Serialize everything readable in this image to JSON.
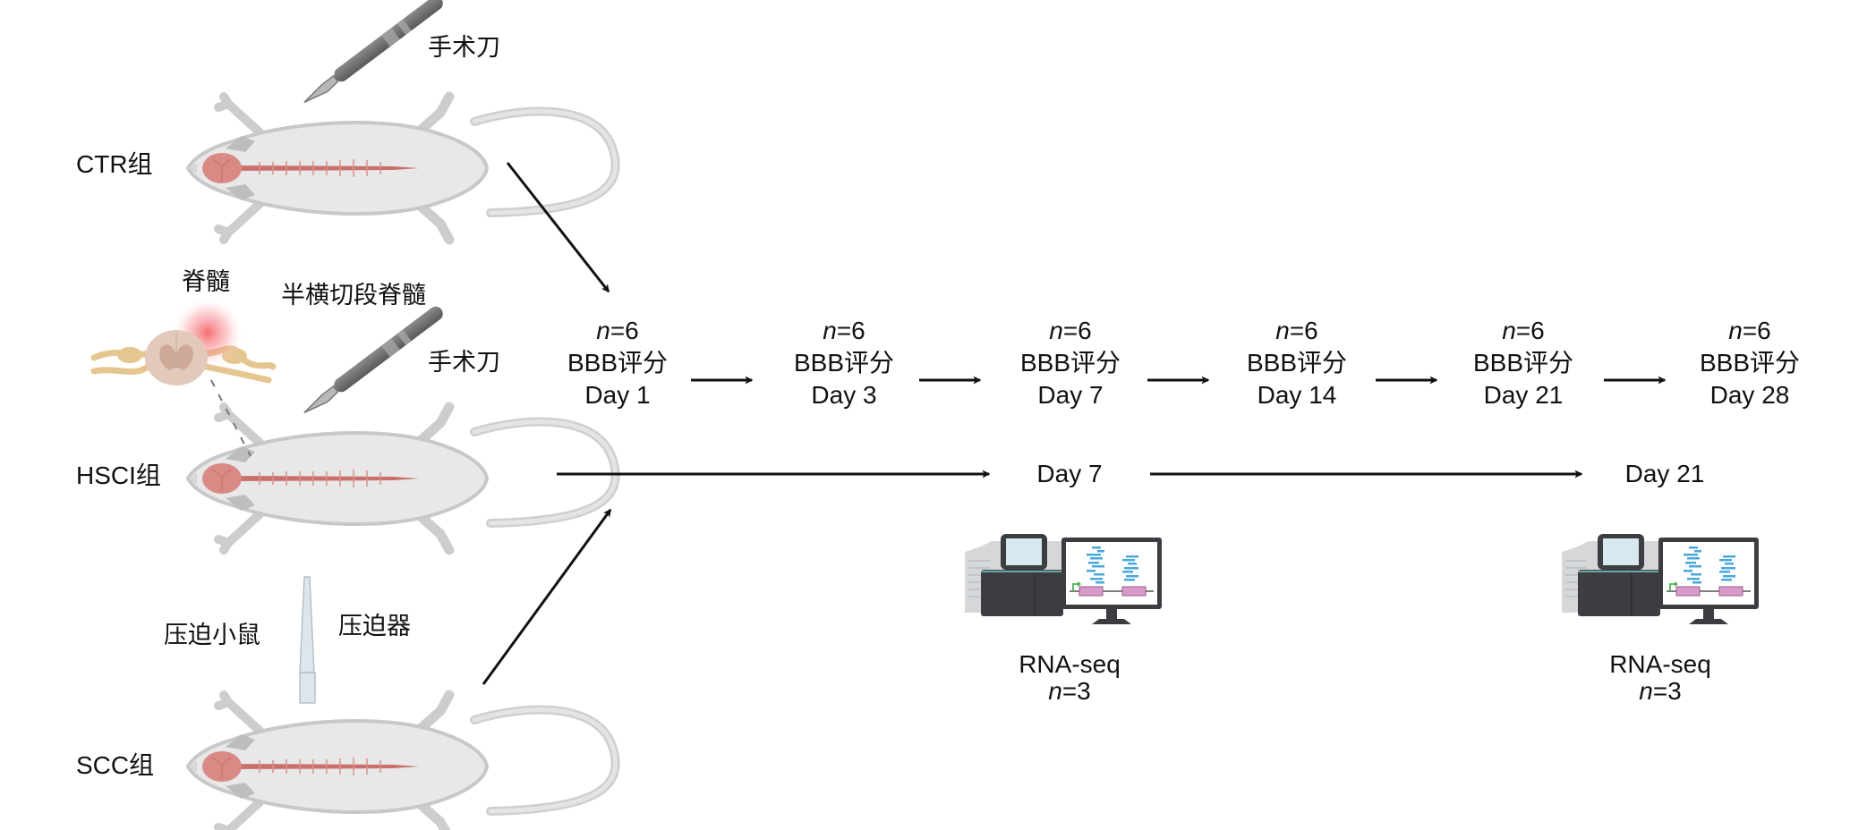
{
  "groups": [
    {
      "id": "ctr",
      "label": "CTR组",
      "tool_label": "手术刀",
      "tool_icon": "scalpel-icon"
    },
    {
      "id": "hsci",
      "label": "HSCI组",
      "tool_label": "手术刀",
      "tool_icon": "scalpel-icon",
      "inset_label": "脊髓",
      "procedure_label": "半横切段脊髓"
    },
    {
      "id": "scc",
      "label": "SCC组",
      "tool_label": "压迫器",
      "tool_icon": "compressor-icon",
      "procedure_label": "压迫小鼠"
    }
  ],
  "timeline": {
    "assessments": [
      {
        "n_prefix": "n",
        "n_value": "=6",
        "test": "BBB评分",
        "day": "Day 1"
      },
      {
        "n_prefix": "n",
        "n_value": "=6",
        "test": "BBB评分",
        "day": "Day 3"
      },
      {
        "n_prefix": "n",
        "n_value": "=6",
        "test": "BBB评分",
        "day": "Day 7"
      },
      {
        "n_prefix": "n",
        "n_value": "=6",
        "test": "BBB评分",
        "day": "Day 14"
      },
      {
        "n_prefix": "n",
        "n_value": "=6",
        "test": "BBB评分",
        "day": "Day 21"
      },
      {
        "n_prefix": "n",
        "n_value": "=6",
        "test": "BBB评分",
        "day": "Day 28"
      }
    ],
    "sequencing": [
      {
        "day": "Day 7",
        "method": "RNA-seq",
        "n_prefix": "n",
        "n_value": "=3"
      },
      {
        "day": "Day 21",
        "method": "RNA-seq",
        "n_prefix": "n",
        "n_value": "=3"
      }
    ]
  },
  "colors": {
    "arrow": "#111111",
    "rat_body": "#e6e6e6",
    "rat_outline": "#c9c9c9",
    "spinal_cord": "#c9706c",
    "brain": "#d98a85",
    "scalpel": "#6f6f6f",
    "nerve": "#e6c690",
    "cord_section": "#e2c9bb",
    "injury_glow": "#f2545b",
    "compressor": "#dde6ec",
    "machine_dark": "#3b3d40",
    "screen_seq": "#4aa8dc",
    "gene_box": "#d79bc9"
  }
}
